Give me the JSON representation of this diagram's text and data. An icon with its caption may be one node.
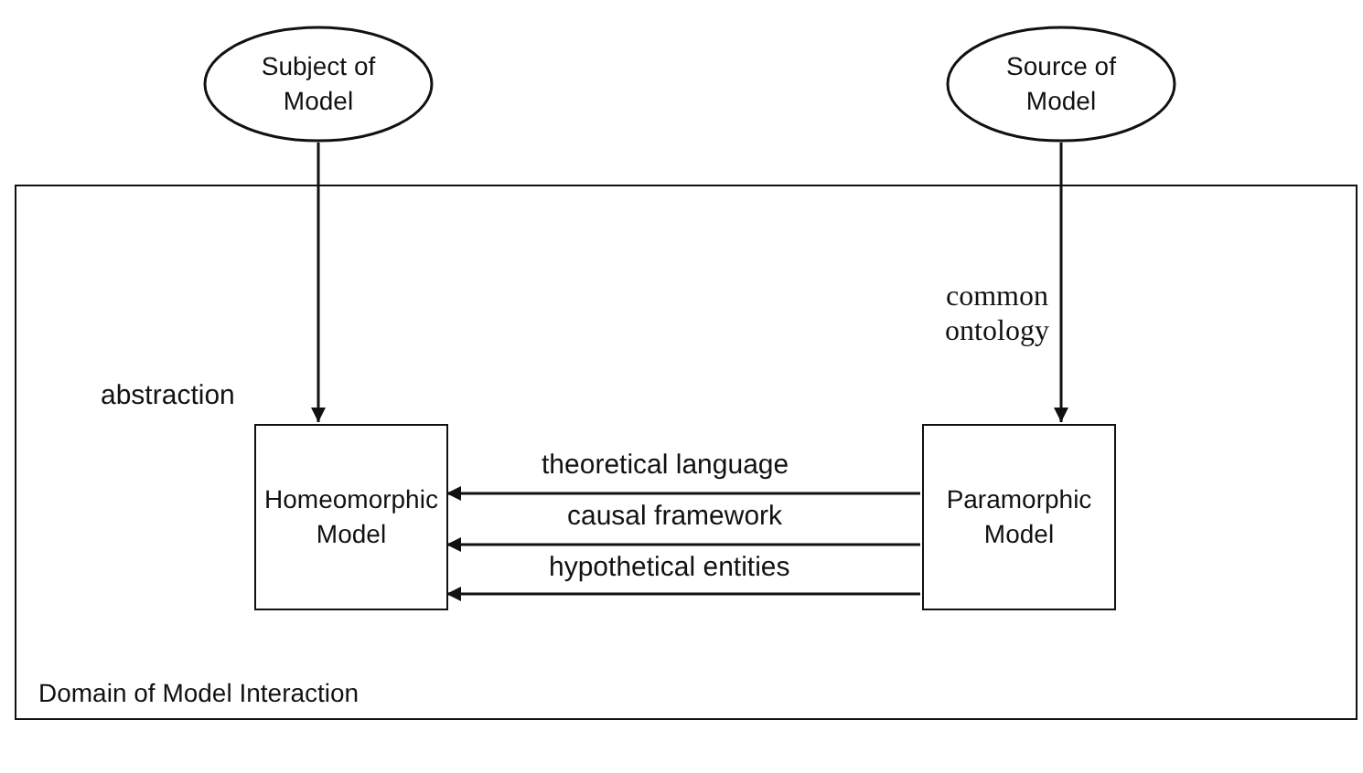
{
  "diagram": {
    "nodes": [
      {
        "text": [
          "Subject of Model"
        ]
      },
      {
        "text": [
          "Source of Model"
        ]
      },
      {
        "text": [
          "Domain of Model Interaction"
        ]
      },
      {
        "text": [
          "Homeomorphic Model"
        ],
        "in": 2
      },
      {
        "text": [
          "Paramorphic Model"
        ],
        "in": 2
      }
    ],
    "edges": [
      {
        "from": 0,
        "to": 3,
        "arrow": "to",
        "label": "abstraction"
      },
      {
        "from": 1,
        "to": 4,
        "arrow": "to",
        "label": "common ontology"
      },
      {
        "from": 4,
        "to": 3,
        "arrow": "to",
        "label": "theoretical language"
      },
      {
        "from": 4,
        "to": 3,
        "arrow": "to",
        "label": "causal framework"
      },
      {
        "from": 4,
        "to": 3,
        "arrow": "to",
        "label": "hypothetical entities"
      }
    ]
  }
}
